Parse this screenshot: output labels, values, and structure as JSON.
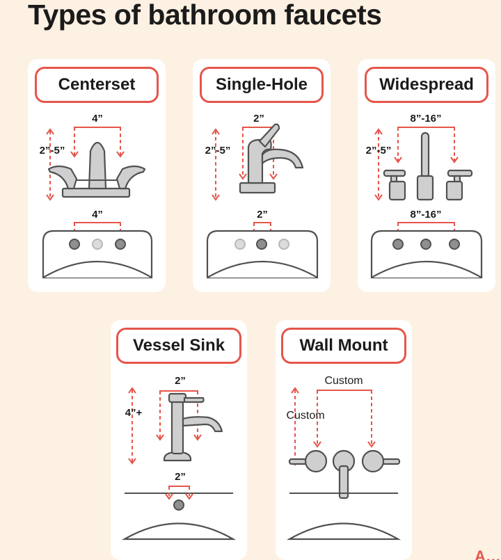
{
  "title": "Types of bathroom faucets",
  "cards": {
    "centerset": {
      "label": "Centerset",
      "top_width": "4”",
      "height": "2”-5”",
      "hole_spacing": "4”"
    },
    "single_hole": {
      "label": "Single-Hole",
      "top_width": "2”",
      "height": "2”-5”",
      "hole_spacing": "2”"
    },
    "widespread": {
      "label": "Widespread",
      "top_width": "8”-16”",
      "height": "2”-5”",
      "hole_spacing": "8”-16”"
    },
    "vessel_sink": {
      "label": "Vessel Sink",
      "top_width": "2”",
      "height": "4”+",
      "hole_spacing": "2”"
    },
    "wall_mount": {
      "label": "Wall Mount",
      "top_width": "Custom",
      "height": "Custom"
    }
  },
  "colors": {
    "accent": "#e5554a",
    "background": "#fdf1e3",
    "card": "#ffffff",
    "faucet": "#cfcfcf",
    "outline": "#505050"
  }
}
